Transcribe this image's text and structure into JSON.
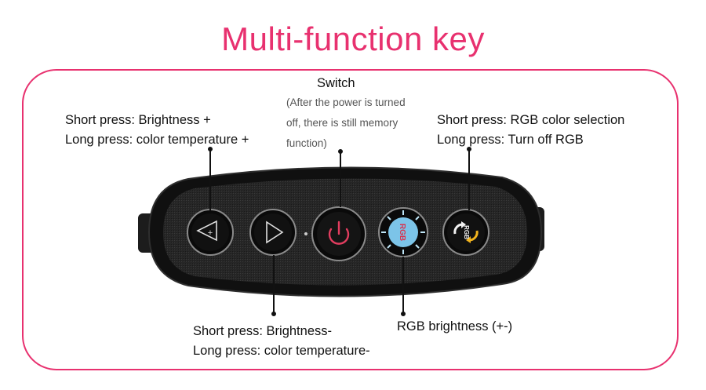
{
  "title": "Multi-function key",
  "colors": {
    "accent": "#e8316f",
    "device_body": "#1a1a1a",
    "power_ring": "#e23d5f",
    "rgb_key_fill": "#7cc4e8"
  },
  "callouts": {
    "brightness_plus": {
      "line1": "Short press: Brightness +",
      "line2": "Long press: color temperature +"
    },
    "switch": {
      "label": "Switch",
      "note1": "(After the power is turned",
      "note2": "off, there is still memory",
      "note3": "function)"
    },
    "rgb_color": {
      "line1": "Short press: RGB color selection",
      "line2": "Long press: Turn off RGB"
    },
    "brightness_minus": {
      "line1": "Short press: Brightness-",
      "line2": "Long press: color temperature-"
    },
    "rgb_brightness": {
      "label": "RGB brightness (+-)"
    }
  },
  "keys": [
    {
      "icon": "triangle-left-plus-icon"
    },
    {
      "icon": "triangle-right-icon"
    },
    {
      "icon": "power-icon"
    },
    {
      "icon": "rgb-brightness-icon",
      "glyph": "RGB"
    },
    {
      "icon": "rgb-cycle-icon",
      "glyph": "RGB"
    }
  ]
}
